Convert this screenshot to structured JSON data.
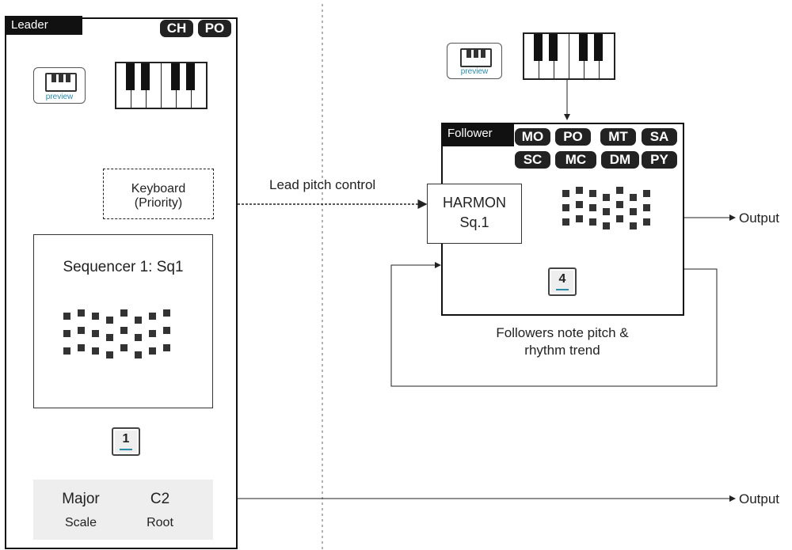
{
  "leader": {
    "title": "Leader",
    "tags": [
      "CH",
      "PO"
    ],
    "preview_label": "preview",
    "keyboard_box": {
      "line1": "Keyboard",
      "line2": "(Priority)"
    },
    "sequencer_title": "Sequencer 1: Sq1",
    "number": "1",
    "scale_value": "Major",
    "scale_label": "Scale",
    "root_value": "C2",
    "root_label": "Root"
  },
  "follower": {
    "title": "Follower",
    "tags_row1": [
      "MO",
      "PO",
      "MT",
      "SA"
    ],
    "tags_row2": [
      "SC",
      "MC",
      "DM",
      "PY"
    ],
    "preview_label": "preview",
    "harmon": {
      "line1": "HARMON",
      "line2": "Sq.1"
    },
    "number": "4"
  },
  "connections": {
    "lead_pitch": "Lead pitch control",
    "feedback_line1": "Followers note pitch &",
    "feedback_line2": "rhythm trend",
    "output_top": "Output",
    "output_bottom": "Output"
  },
  "colors": {
    "accent": "#2a8aa8",
    "dark": "#111111"
  }
}
